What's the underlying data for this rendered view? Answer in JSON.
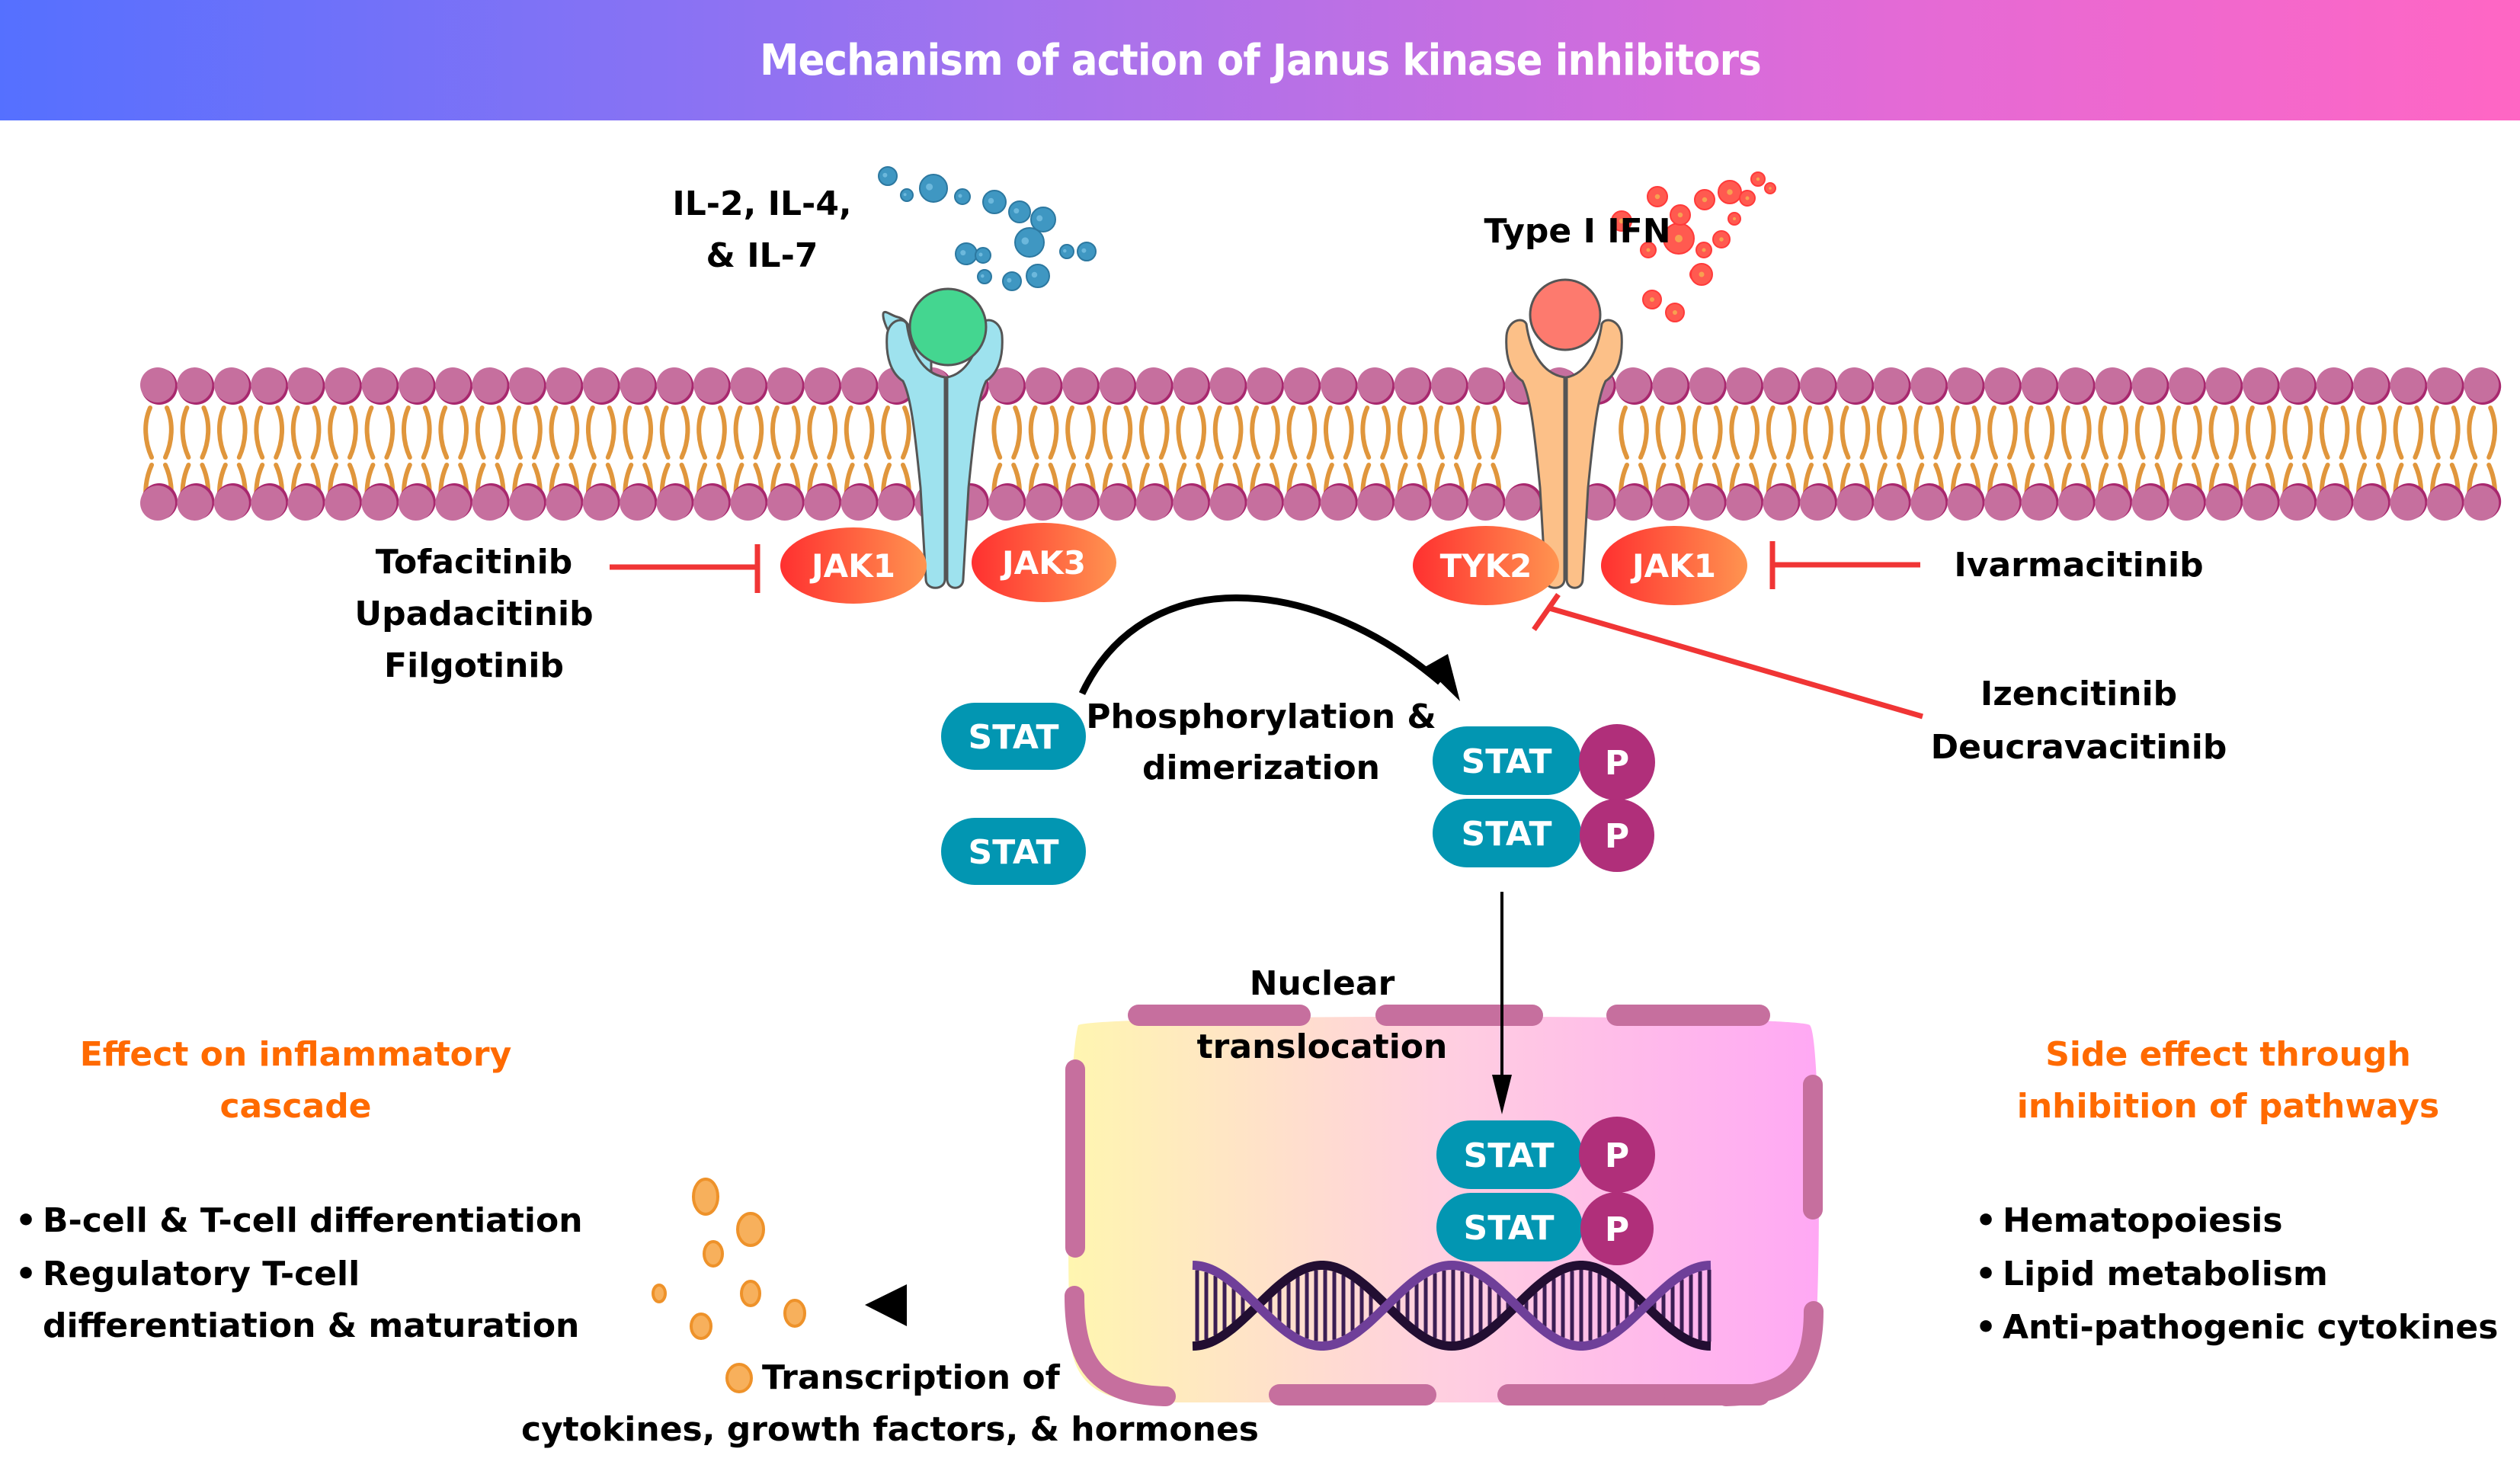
{
  "title": "Mechanism of action of Janus kinase inhibitors",
  "colors": {
    "banner_start": "#5570ff",
    "banner_end": "#ff66c4",
    "membrane_head": "#c66f9e",
    "membrane_head_shadow": "#a8286e",
    "membrane_tail": "#e0963c",
    "receptor_left": "#9ee2ee",
    "receptor_right": "#fcc088",
    "ligand_left": "#44d690",
    "ligand_right": "#fd7a6e",
    "il_cytokine": "#3f97c2",
    "ifn_cytokine": "#ff5a50",
    "kinase_start": "#ff3030",
    "kinase_end": "#ff9450",
    "stat": "#0296b2",
    "phosphate": "#b02f7a",
    "inhibitor_line": "#f03535",
    "heading_orange": "#ff6a00",
    "nucleus_left": "#fff6b0",
    "nucleus_right": "#ffa8f4",
    "output_cytokine": "#f7b05c"
  },
  "receptors": {
    "left": {
      "ligand_label_line1": "IL-2, IL-4,",
      "ligand_label_line2": "& IL-7",
      "kinases": [
        "JAK1",
        "JAK3"
      ],
      "inhibitors": [
        "Tofacitinib",
        "Upadacitinib",
        "Filgotinib"
      ]
    },
    "right": {
      "ligand_label": "Type I IFN",
      "kinases": [
        "TYK2",
        "JAK1"
      ],
      "inhibitor_jak1": "Ivarmacitinib",
      "inhibitors_tyk2": [
        "Izencitinib",
        "Deucravacitinib"
      ]
    }
  },
  "signaling": {
    "stat_label": "STAT",
    "phosphate_label": "P",
    "phosphorylation_line1": "Phosphorylation &",
    "phosphorylation_line2": "dimerization",
    "nuclear_line1": "Nuclear",
    "nuclear_line2": "translocation",
    "transcription_line1": "Transcription of",
    "transcription_line2": "cytokines, growth factors, & hormones"
  },
  "left_panel": {
    "heading_line1": "Effect on inflammatory",
    "heading_line2": "cascade",
    "bullets": [
      "B-cell & T-cell differentiation",
      "Regulatory T-cell",
      "differentiation & maturation"
    ]
  },
  "right_panel": {
    "heading_line1": "Side effect through",
    "heading_line2": "inhibition of pathways",
    "bullets": [
      "Hematopoiesis",
      "Lipid metabolism",
      "Anti-pathogenic cytokines"
    ]
  },
  "bullet_char": "•"
}
